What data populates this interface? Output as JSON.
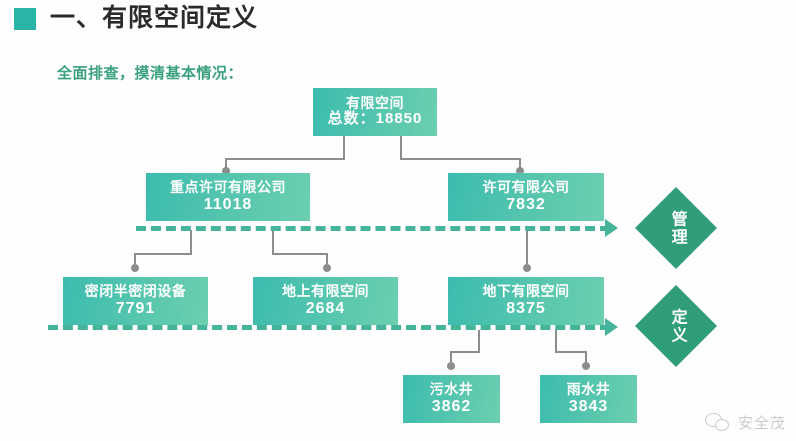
{
  "header": {
    "bullet_color": "#28b5a8",
    "title": "一、有限空间定义",
    "subtitle": "全面排查，摸清基本情况："
  },
  "diagram": {
    "nodes": {
      "root": {
        "label": "有限空间",
        "value": "总数：18850"
      },
      "key": {
        "label": "重点许可有限公司",
        "value": "11018"
      },
      "lic": {
        "label": "许可有限公司",
        "value": "7832"
      },
      "closed": {
        "label": "密闭半密闭设备",
        "value": "7791"
      },
      "above": {
        "label": "地上有限空间",
        "value": "2684"
      },
      "below": {
        "label": "地下有限空间",
        "value": "8375"
      },
      "sewage": {
        "label": "污水井",
        "value": "3862"
      },
      "rain": {
        "label": "雨水井",
        "value": "3843"
      }
    },
    "diamonds": {
      "manage": "管理",
      "define": "定义"
    },
    "node_color": "#4ec0ae",
    "diamond_color": "#2f9e78",
    "dash_color": "#46b49a",
    "connector_color": "#8d8d8d"
  },
  "watermark": {
    "text": "安全茂"
  }
}
